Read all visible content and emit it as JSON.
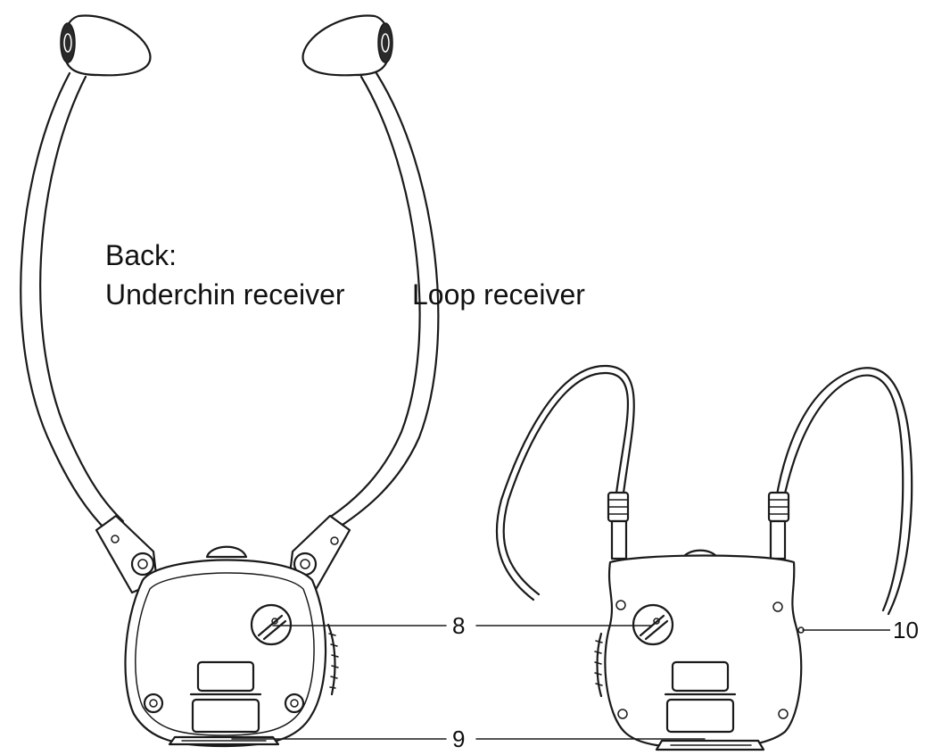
{
  "labels": {
    "back": "Back:",
    "underchin": "Underchin receiver",
    "loop": "Loop receiver"
  },
  "callouts": [
    {
      "id": "8",
      "text": "8"
    },
    {
      "id": "9",
      "text": "9"
    },
    {
      "id": "10",
      "text": "10"
    }
  ],
  "colors": {
    "line": "#1a1a1a",
    "background": "#ffffff"
  }
}
